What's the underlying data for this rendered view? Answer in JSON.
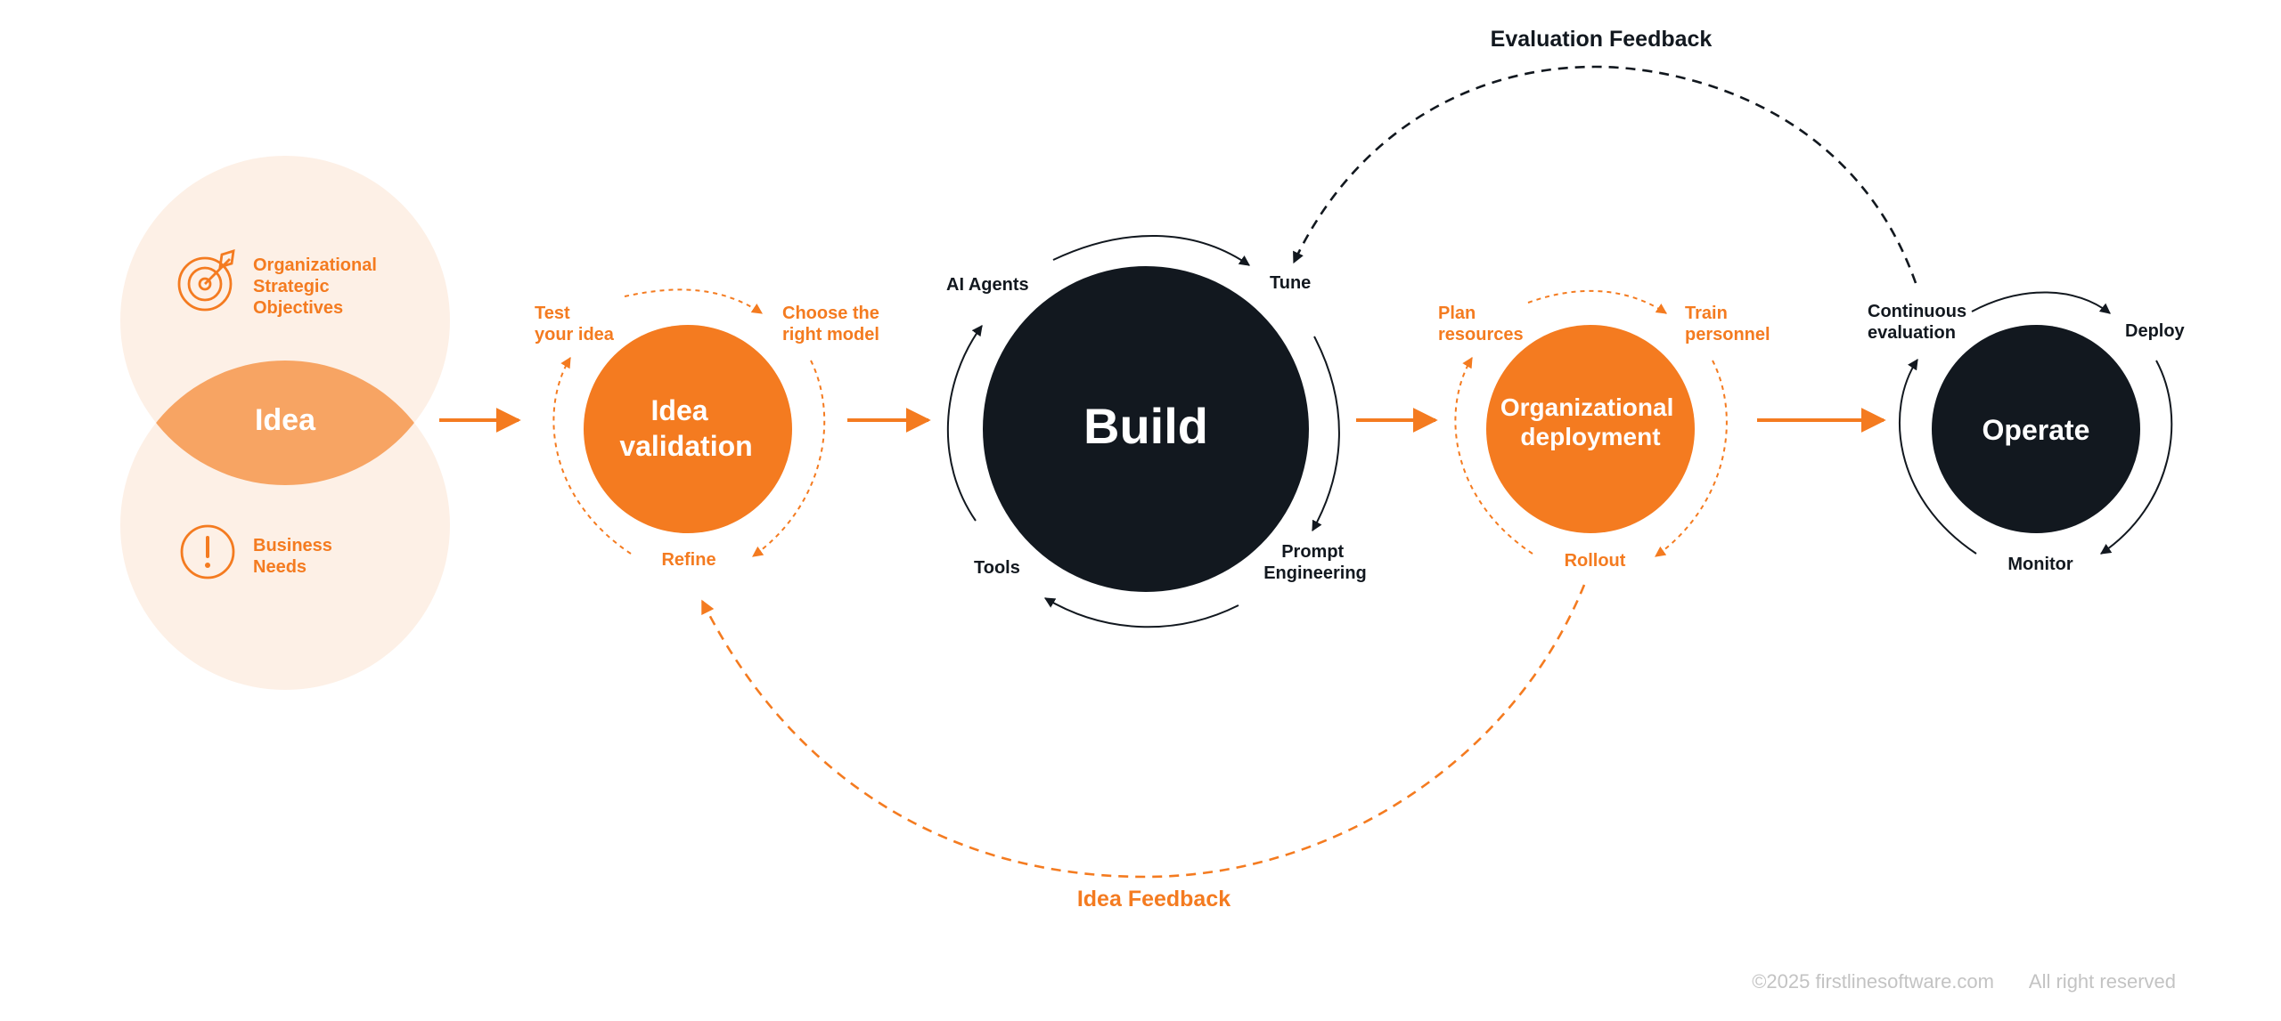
{
  "colors": {
    "orange": "#f47b20",
    "dark": "#12181f",
    "peach_light": "#fdf0e6",
    "peach_mid": "#f7a463"
  },
  "feedback": {
    "evaluation": "Evaluation Feedback",
    "idea": "Idea Feedback"
  },
  "idea_stage": {
    "title": "Idea",
    "objectives": [
      "Organizational",
      "Strategic",
      "Objectives"
    ],
    "objectives_icon": "target-icon",
    "needs": [
      "Business",
      "Needs"
    ],
    "needs_icon": "exclamation-icon"
  },
  "validation_stage": {
    "title": [
      "Idea",
      "validation"
    ],
    "test": [
      "Test",
      "your idea"
    ],
    "choose": [
      "Choose the",
      "right model"
    ],
    "refine": "Refine"
  },
  "build_stage": {
    "title": "Build",
    "agents": "AI Agents",
    "tune": "Tune",
    "prompt": [
      "Prompt",
      "Engineering"
    ],
    "tools": "Tools"
  },
  "deploy_stage": {
    "title": [
      "Organizational",
      "deployment"
    ],
    "plan": [
      "Plan",
      "resources"
    ],
    "train": [
      "Train",
      "personnel"
    ],
    "rollout": "Rollout"
  },
  "operate_stage": {
    "title": "Operate",
    "continuous": [
      "Continuous",
      "evaluation"
    ],
    "deploy": "Deploy",
    "monitor": "Monitor"
  },
  "footer": {
    "copyright": "©2025 firstlinesoftware.com",
    "rights": "All right reserved"
  }
}
